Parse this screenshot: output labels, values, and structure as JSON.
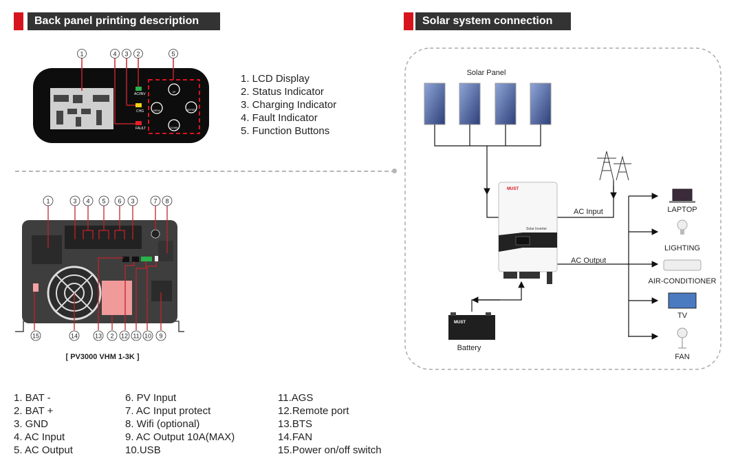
{
  "left_header": {
    "title": "Back panel printing description"
  },
  "right_header": {
    "title": "Solar system connection"
  },
  "front_panel": {
    "callouts": [
      "1",
      "4",
      "3",
      "2",
      "5"
    ],
    "indicator_labels": {
      "ac_inv": "AC/INV",
      "chg": "CHG",
      "fault": "FAULT"
    },
    "buttons": [
      "UP",
      "MENU",
      "ENTER",
      "DOWN"
    ],
    "legend": [
      "1.  LCD Display",
      "2.  Status Indicator",
      "3.  Charging Indicator",
      "4.  Fault Indicator",
      "5.  Function Buttons"
    ]
  },
  "back_panel": {
    "top_callouts": [
      "1",
      "3",
      "4",
      "5",
      "6",
      "3",
      "7",
      "8"
    ],
    "bottom_callouts": [
      "15",
      "14",
      "13",
      "2",
      "12",
      "11",
      "10",
      "9"
    ],
    "model": "[ PV3000 VHM 1-3K ]",
    "legend_col1": [
      "1.  BAT -",
      "2.  BAT +",
      "3.  GND",
      "4.  AC Input",
      "5.  AC Output"
    ],
    "legend_col2": [
      "6.  PV Input",
      "7.  AC Input protect",
      "8.  Wifi (optional)",
      "9.  AC Output 10A(MAX)",
      "10.USB"
    ],
    "legend_col3": [
      "11.AGS",
      "12.Remote port",
      "13.BTS",
      "14.FAN",
      "15.Power on/off switch"
    ]
  },
  "solar_diagram": {
    "solar_panel_label": "Solar Panel",
    "inverter_brand": "MUST",
    "inverter_label": "Solar Inverter",
    "ac_input_label": "AC Input",
    "ac_output_label": "AC Output",
    "battery_label": "Battery",
    "battery_brand": "MUST",
    "loads": [
      "LAPTOP",
      "LIGHTING",
      "AIR-CONDITIONER",
      "TV",
      "FAN"
    ]
  },
  "colors": {
    "accent": "#d7141e",
    "header_bg": "#333333"
  }
}
